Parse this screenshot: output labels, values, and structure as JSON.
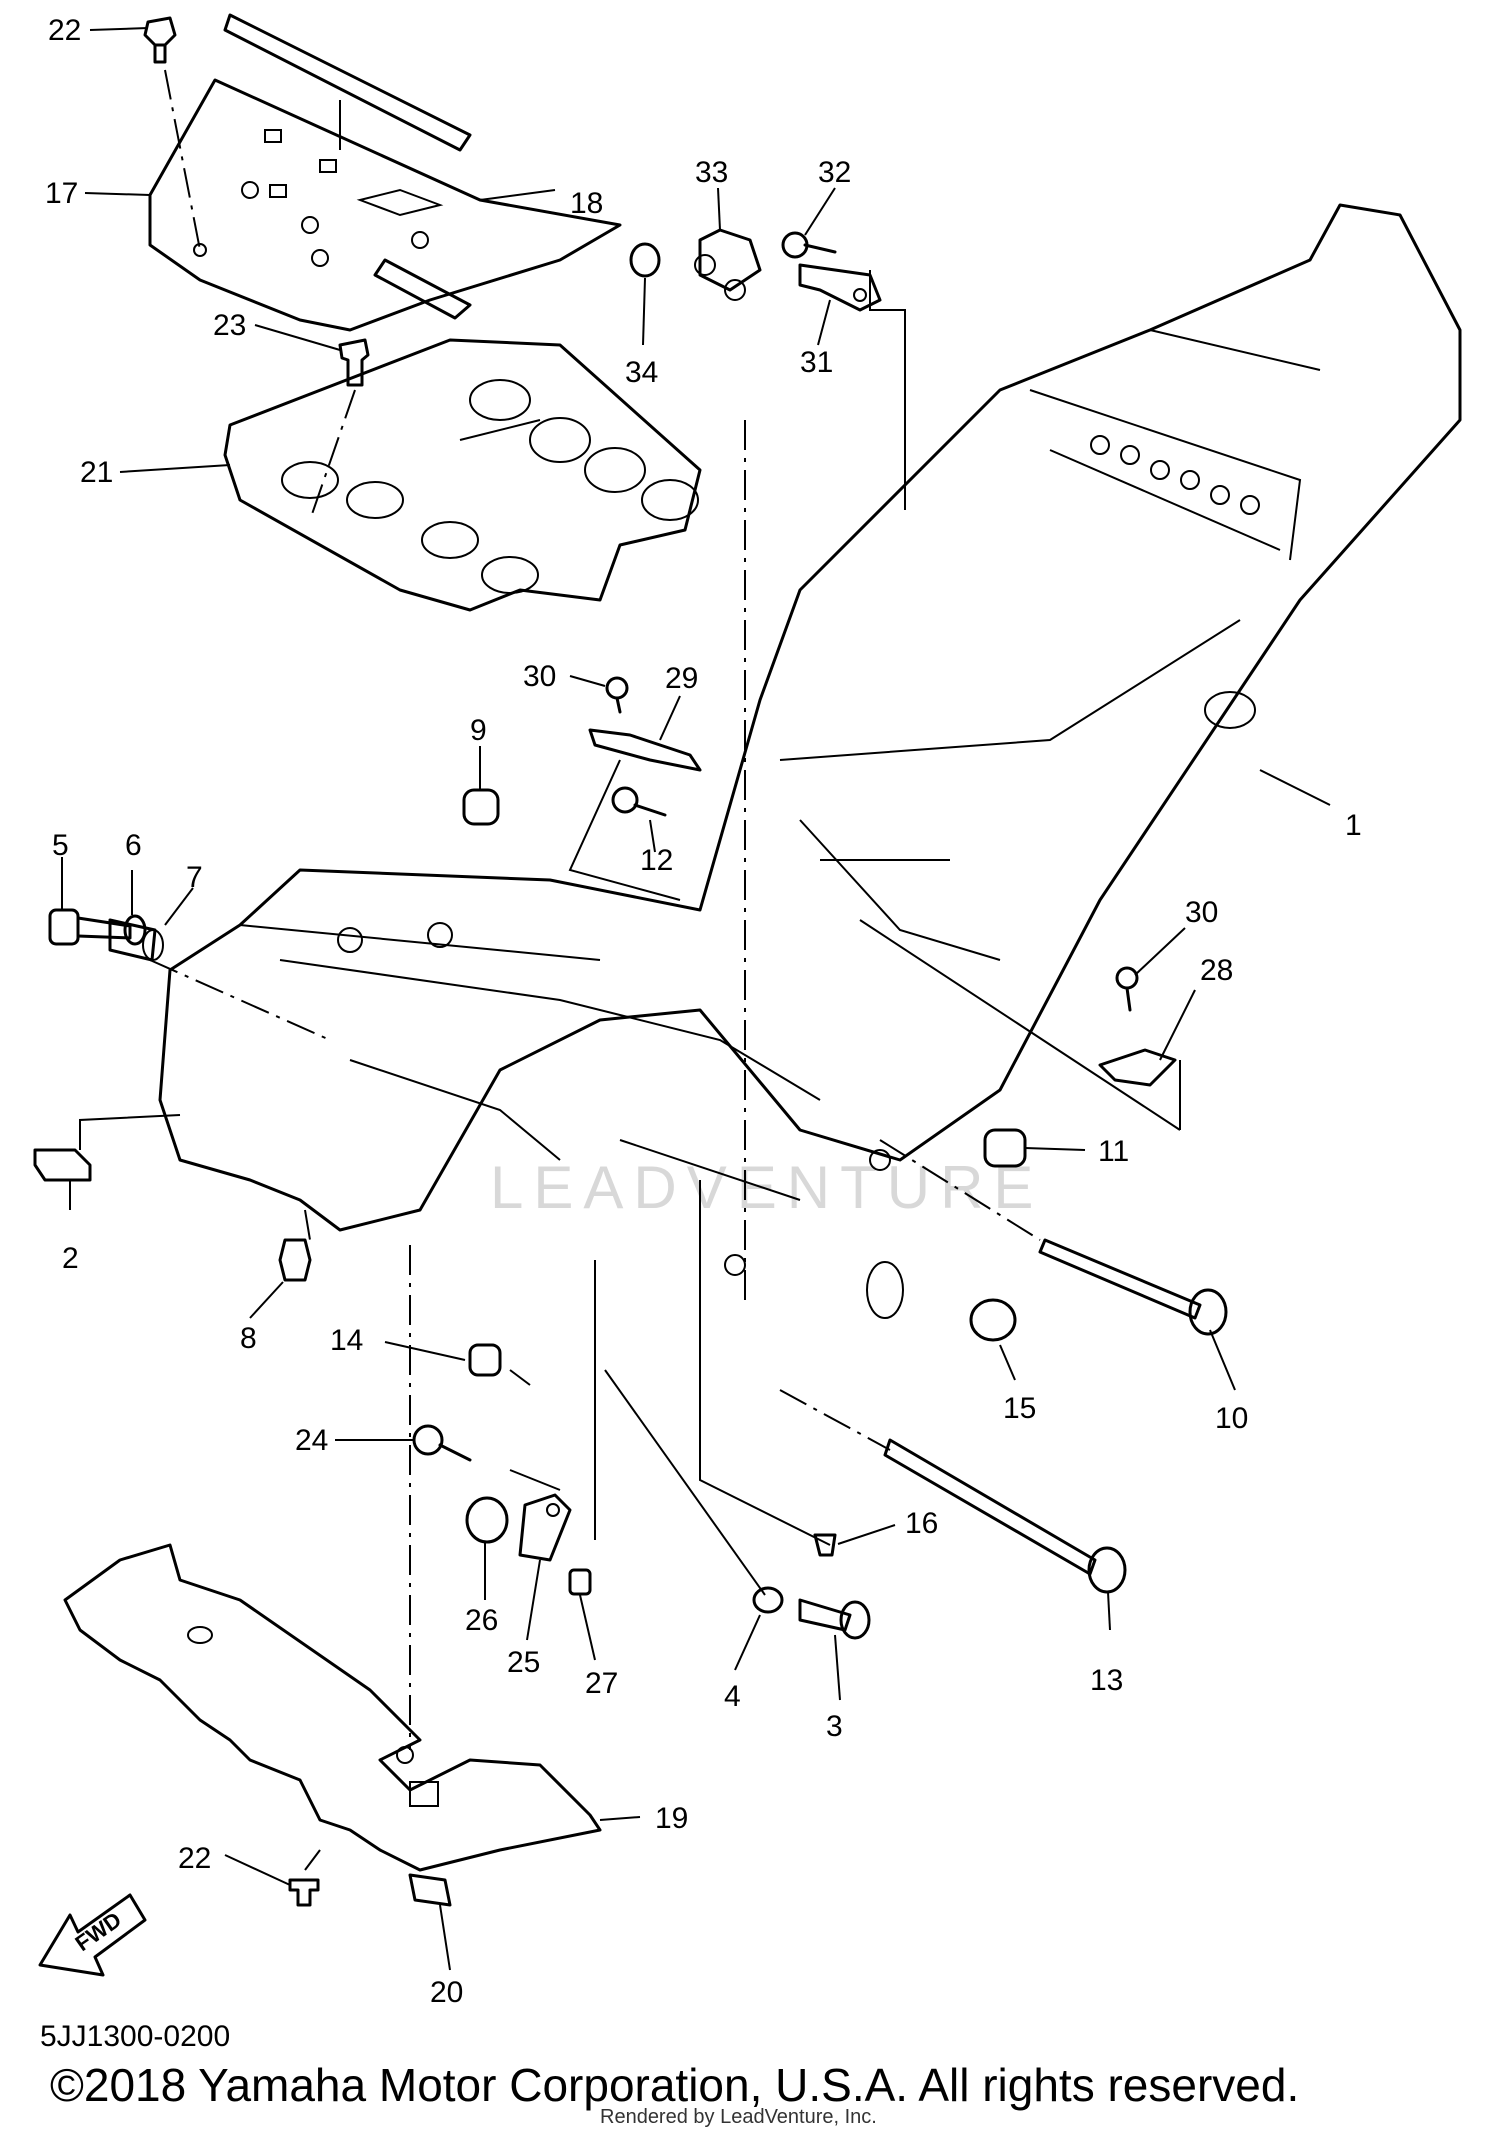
{
  "diagram": {
    "diagram_code": "5JJ1300-0200",
    "copyright": "©2018 Yamaha Motor Corporation, U.S.A. All rights reserved.",
    "rendered_by": "Rendered by LeadVenture, Inc.",
    "watermark": "LEADVENTURE",
    "fwd_label": "FWD",
    "callouts": [
      "1",
      "2",
      "3",
      "4",
      "5",
      "6",
      "7",
      "8",
      "9",
      "10",
      "11",
      "12",
      "13",
      "14",
      "15",
      "16",
      "17",
      "18",
      "19",
      "20",
      "21",
      "22",
      "22",
      "23",
      "24",
      "25",
      "26",
      "27",
      "28",
      "29",
      "30",
      "30",
      "31",
      "32",
      "33",
      "34"
    ]
  }
}
